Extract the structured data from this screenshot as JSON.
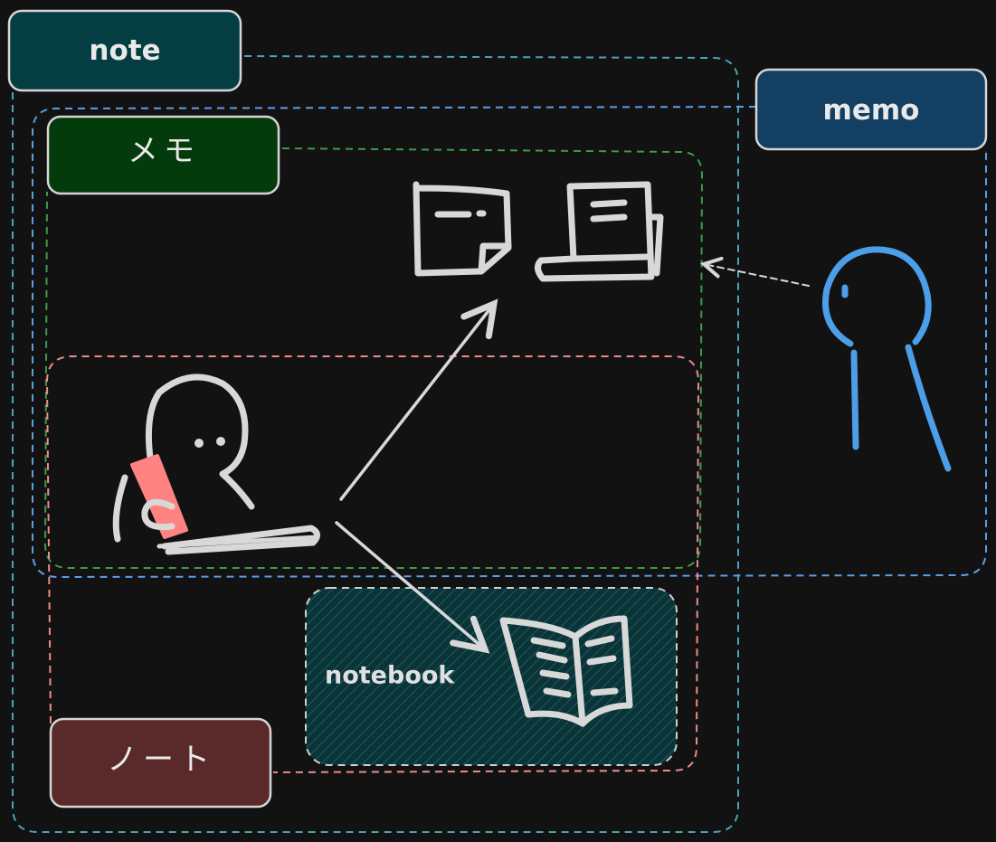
{
  "labels": {
    "note": "note",
    "memo": "memo",
    "memo_jp": "メモ",
    "note_jp": "ノート",
    "notebook": "notebook"
  },
  "colors": {
    "background": "#121212",
    "note_region": "#4aa3b8",
    "memo_region": "#5b9ee8",
    "memo_jp_region": "#3f9a4a",
    "note_jp_region": "#ef8a8a",
    "notebook_region": "#d0d0d0",
    "note_box": "#043e43",
    "memo_box": "#133f63",
    "memo_jp_box": "#043b0c",
    "note_jp_box": "#5a2a2a",
    "notebook_fill": "#0a3438",
    "sketch": "#d8d8d8",
    "phone": "#ff8383",
    "blue_person": "#4d9ee8"
  },
  "icons": [
    "memo-pad-icon",
    "memo-stack-icon",
    "person-writing-icon",
    "phone-icon",
    "open-notebook-icon",
    "blue-person-icon"
  ]
}
